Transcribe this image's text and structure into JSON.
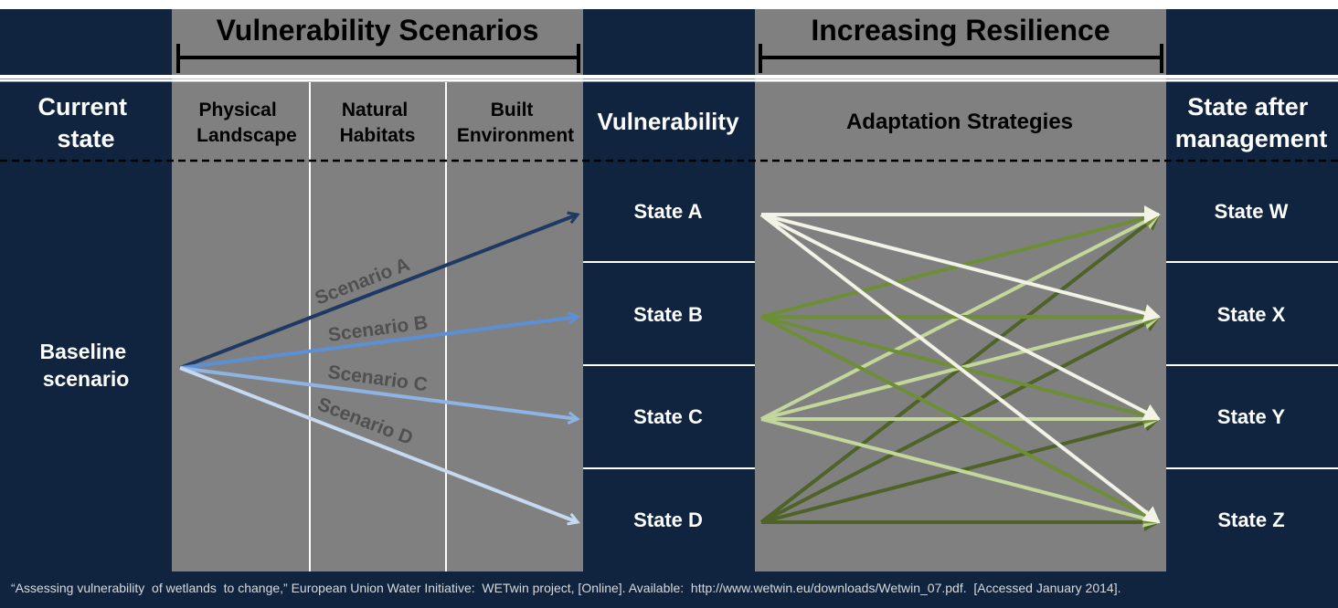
{
  "top_bar": {
    "left_bracket_label": "Vulnerability  Scenarios",
    "right_bracket_label": "Increasing Resilience"
  },
  "headers": {
    "current_state": [
      "Current",
      "state"
    ],
    "physical_landscape": [
      "Physical",
      "Landscape"
    ],
    "natural_habitats": [
      "Natural",
      "Habitats"
    ],
    "built_environment": [
      "Built",
      "Environment"
    ],
    "vulnerability": "Vulnerability",
    "adaptation_strategies": "Adaptation Strategies",
    "state_after_management": [
      "State after",
      "management"
    ]
  },
  "baseline": [
    "Baseline",
    "scenario"
  ],
  "scenarios": [
    "Scenario A",
    "Scenario B",
    "Scenario C",
    "Scenario D"
  ],
  "vulnerability_states": [
    "State  A",
    "State B",
    "State C",
    "State D"
  ],
  "outcome_states": [
    "State  W",
    "State X",
    "State Y",
    "State Z"
  ],
  "citation": "“Assessing vulnerability  of wetlands  to change,” European Union Water Initiative:  WETwin project, [Online]. Available:  http://www.wetwin.eu/downloads/Wetwin_07.pdf.  [Accessed January 2014].",
  "colors": {
    "navy": "#10243f",
    "gray": "#808080",
    "scenario_arrows": [
      "#1f3864",
      "#5b8fd6",
      "#8eb4e3",
      "#c5d9f1"
    ],
    "adaptation_arrows": {
      "from_A": "#f2f2e6",
      "from_B": "#6e8e36",
      "from_C": "#c3d69b",
      "from_D": "#4f6228"
    }
  }
}
